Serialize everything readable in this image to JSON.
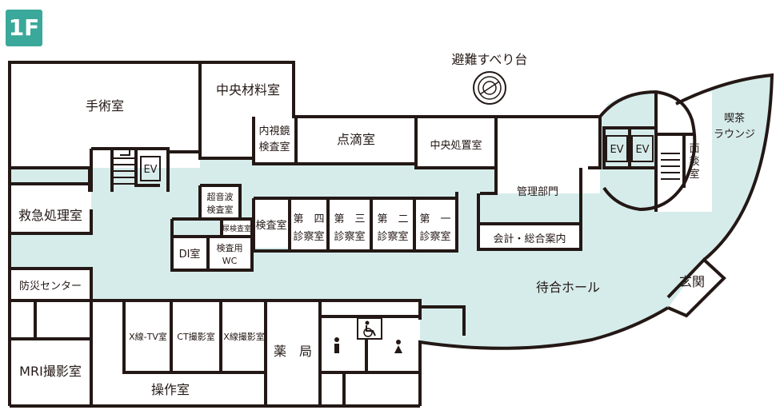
{
  "floor": "1F",
  "colors": {
    "corridor": "#d6eceb",
    "wall": "#231815",
    "badge": "#3aa89a"
  },
  "rooms": {
    "surgery": "手術室",
    "central_materials": "中央材料室",
    "endoscopy": [
      "内視鏡",
      "検査室"
    ],
    "infusion": "点滴室",
    "central_treatment": "中央処置室",
    "management": "管理部門",
    "emergency": "救急処理室",
    "ultrasound": [
      "超音波",
      "検査室"
    ],
    "urinalysis": "尿検査室",
    "di": "DI室",
    "exam_wc": [
      "検査用",
      "WC"
    ],
    "exam": "検査室",
    "consult_4": [
      "第　四",
      "診察室"
    ],
    "consult_3": [
      "第　三",
      "診察室"
    ],
    "consult_2": [
      "第　二",
      "診察室"
    ],
    "consult_1": [
      "第　一",
      "診察室"
    ],
    "reception": "会計・総合案内",
    "waiting_hall": "待合ホール",
    "entrance": "玄関",
    "disaster_center": "防災センター",
    "mri": "MRI撮影室",
    "xray_tv": "X線-TV室",
    "ct": "CT撮影室",
    "xray": "X線撮影室",
    "pharmacy": "薬　局",
    "control_room": "操作室",
    "lounge": [
      "喫茶",
      "ラウンジ"
    ],
    "interview": [
      "面",
      "談",
      "室"
    ],
    "escape_slide": "避難すべり台",
    "ev": "EV"
  },
  "icons": [
    "wheelchair-icon",
    "male-toilet-icon",
    "female-toilet-icon",
    "stairs-icon",
    "escape-slide-icon"
  ]
}
